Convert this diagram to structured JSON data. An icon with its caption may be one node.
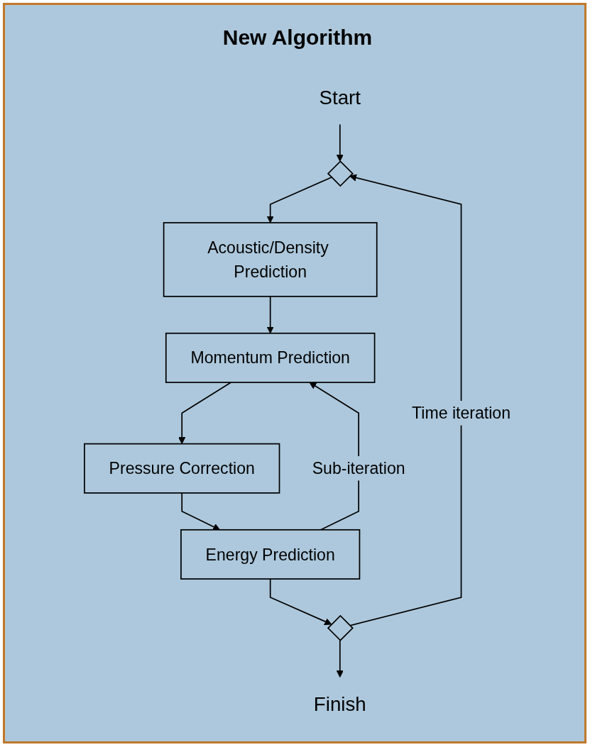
{
  "diagram": {
    "title": "New Algorithm",
    "nodes": [
      {
        "text": [
          "Start"
        ]
      },
      {
        "text": [],
        "shape": "diamond"
      },
      {
        "text": [
          "Acoustic/Density Prediction"
        ]
      },
      {
        "text": [
          "Momentum Prediction"
        ]
      },
      {
        "text": [
          "Pressure Correction"
        ]
      },
      {
        "text": [
          "Energy Prediction"
        ]
      },
      {
        "text": [],
        "shape": "diamond"
      },
      {
        "text": [
          "Finish"
        ]
      }
    ],
    "edges": [
      {
        "from": 0,
        "to": 1,
        "arrow": "to"
      },
      {
        "from": 1,
        "to": 2,
        "arrow": "to"
      },
      {
        "from": 2,
        "to": 3,
        "arrow": "to"
      },
      {
        "from": 3,
        "to": 4,
        "arrow": "to"
      },
      {
        "from": 4,
        "to": 5,
        "arrow": "to"
      },
      {
        "from": 5,
        "to": 3,
        "arrow": "to",
        "label": "Sub-iteration"
      },
      {
        "from": 5,
        "to": 6,
        "arrow": "to"
      },
      {
        "from": 6,
        "to": 1,
        "arrow": "to",
        "label": "Time iteration"
      },
      {
        "from": 6,
        "to": 7,
        "arrow": "to"
      }
    ]
  }
}
